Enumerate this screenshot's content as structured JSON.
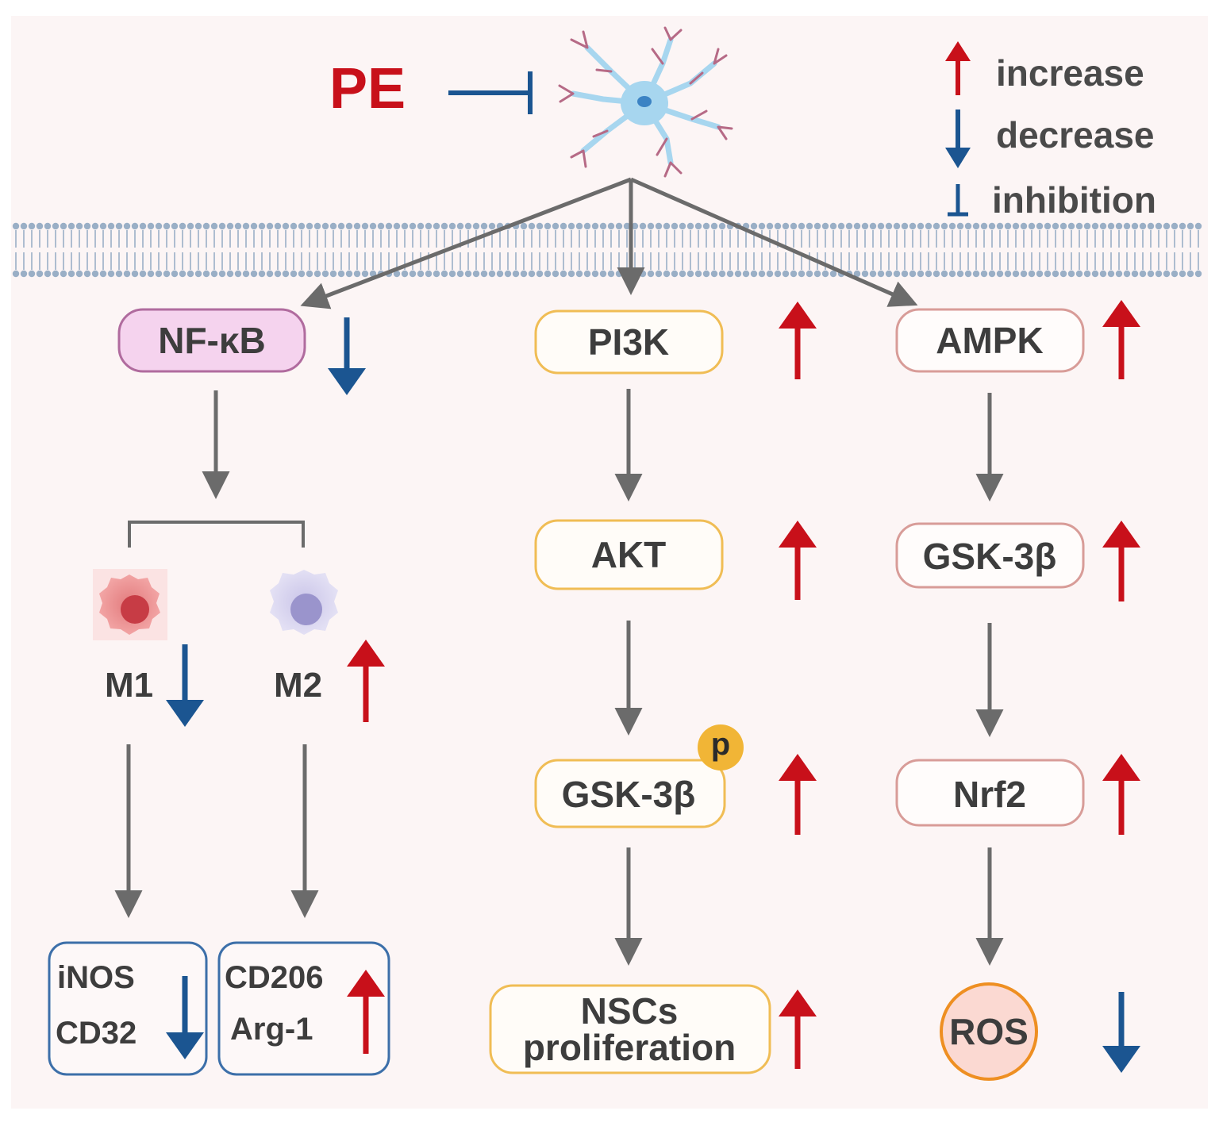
{
  "title": "PE",
  "legend": {
    "increase": "increase",
    "decrease": "decrease",
    "inhibition": "inhibition"
  },
  "nodes": {
    "nfkb": "NF-κB",
    "pi3k": "PI3K",
    "ampk": "AMPK",
    "akt": "AKT",
    "gsk3b_right": "GSK-3β",
    "gsk3b_mid": "GSK-3β",
    "phospho": "p",
    "nrf2": "Nrf2",
    "nscs_line1": "NSCs",
    "nscs_line2": "proliferation",
    "ros": "ROS",
    "m1": "M1",
    "m2": "M2",
    "inos": "iNOS",
    "cd32": "CD32",
    "cd206": "CD206",
    "arg1": "Arg-1"
  },
  "colors": {
    "background": "#fcf5f5",
    "increase": "#c8101a",
    "decrease": "#1b5591",
    "arrow": "#6b6b6b",
    "membrane": "#9aafc6",
    "nfkb_fill": "#f5d3ee",
    "nfkb_stroke": "#b06b9e",
    "pi3k_stroke": "#f0bd55",
    "ampk_stroke": "#d89c98",
    "cell_box_stroke": "#3c6fa9",
    "ros_fill": "#fbd9d2",
    "ros_stroke": "#ee8f22",
    "phospho_fill": "#f1b536"
  },
  "icons": [
    "neuron-icon",
    "m1-macrophage-icon",
    "m2-macrophage-icon"
  ]
}
